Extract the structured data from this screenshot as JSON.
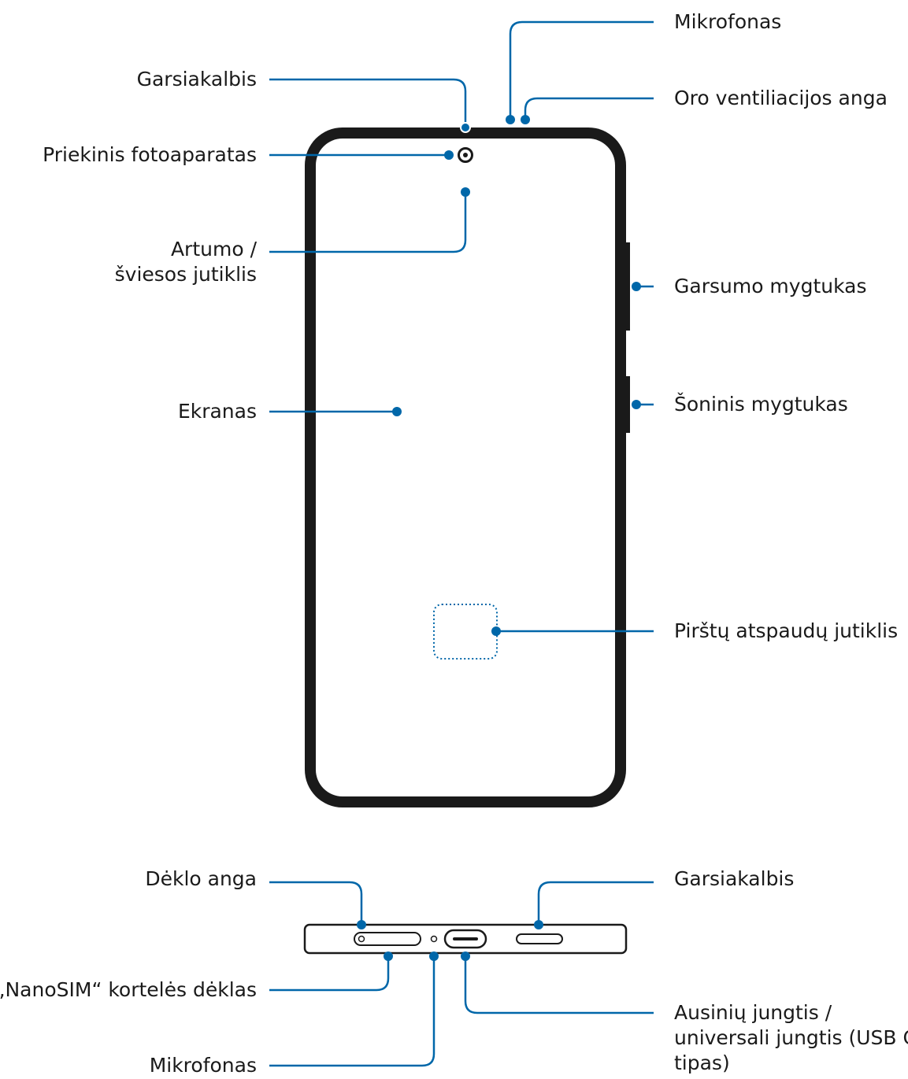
{
  "labels": {
    "microphone_top": "Mikrofonas",
    "speaker_top": "Garsiakalbis",
    "air_vent": "Oro ventiliacijos anga",
    "front_camera": "Priekinis fotoaparatas",
    "proximity_line1": "Artumo /",
    "proximity_line2": "šviesos jutiklis",
    "volume_key": "Garsumo mygtukas",
    "side_key": "Šoninis mygtukas",
    "screen": "Ekranas",
    "fingerprint": "Pirštų atspaudų jutiklis",
    "tray_hole": "Dėklo anga",
    "speaker_bottom": "Garsiakalbis",
    "sim_tray": "„NanoSIM“ kortelės dėklas",
    "connector_line1": "Ausinių jungtis /",
    "connector_line2": "universali jungtis (USB C",
    "connector_line3": "tipas)",
    "microphone_bottom": "Mikrofonas"
  },
  "colors": {
    "callout": "#0067a9",
    "outline": "#1a1a1a"
  }
}
